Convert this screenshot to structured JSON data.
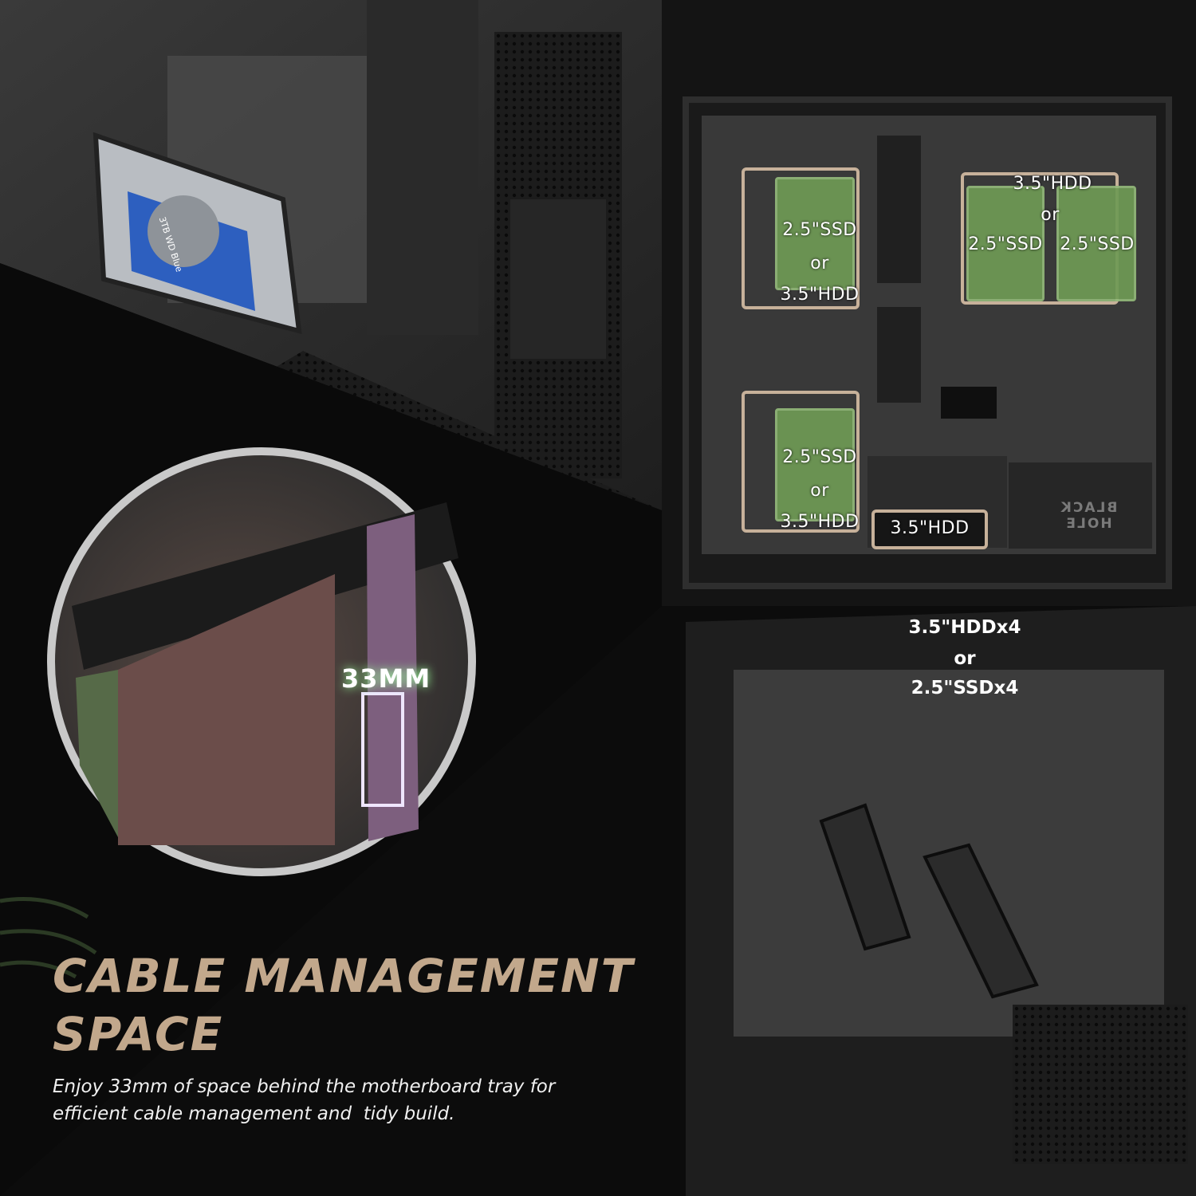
{
  "diagram": {
    "top_left_bay": {
      "line1": "2.5\"SSD",
      "line2": "or",
      "line3": "3.5\"HDD"
    },
    "top_right_bay": {
      "hdd_label": "3.5\"HDD",
      "or_label": "or",
      "ssd_left": "2.5\"SSD",
      "ssd_right": "2.5\"SSD"
    },
    "bottom_left_bay": {
      "line1": "2.5\"SSD",
      "line2": "or",
      "line3": "3.5\"HDD"
    },
    "bottom_hdd": "3.5\"HDD",
    "psu_brand": "BLACK HOLE",
    "hdd_drive_capacity": "3TB",
    "hdd_drive_model": "WD Blue"
  },
  "summary": {
    "line1": "3.5\"HDDx4",
    "line2": "or",
    "line3": "2.5\"SSDx4"
  },
  "callout": {
    "measure": "33MM"
  },
  "headline": {
    "line1": "CABLE MANAGEMENT",
    "line2": "SPACE"
  },
  "description": {
    "line1": "Enjoy 33mm of space behind the motherboard tray for",
    "line2": "efficient cable management and  tidy build."
  },
  "colors": {
    "accent": "#c2a88c",
    "bay_outline": "#c7b19a",
    "drive_fill": "#6f9a55",
    "glow": "#9bff9b"
  }
}
